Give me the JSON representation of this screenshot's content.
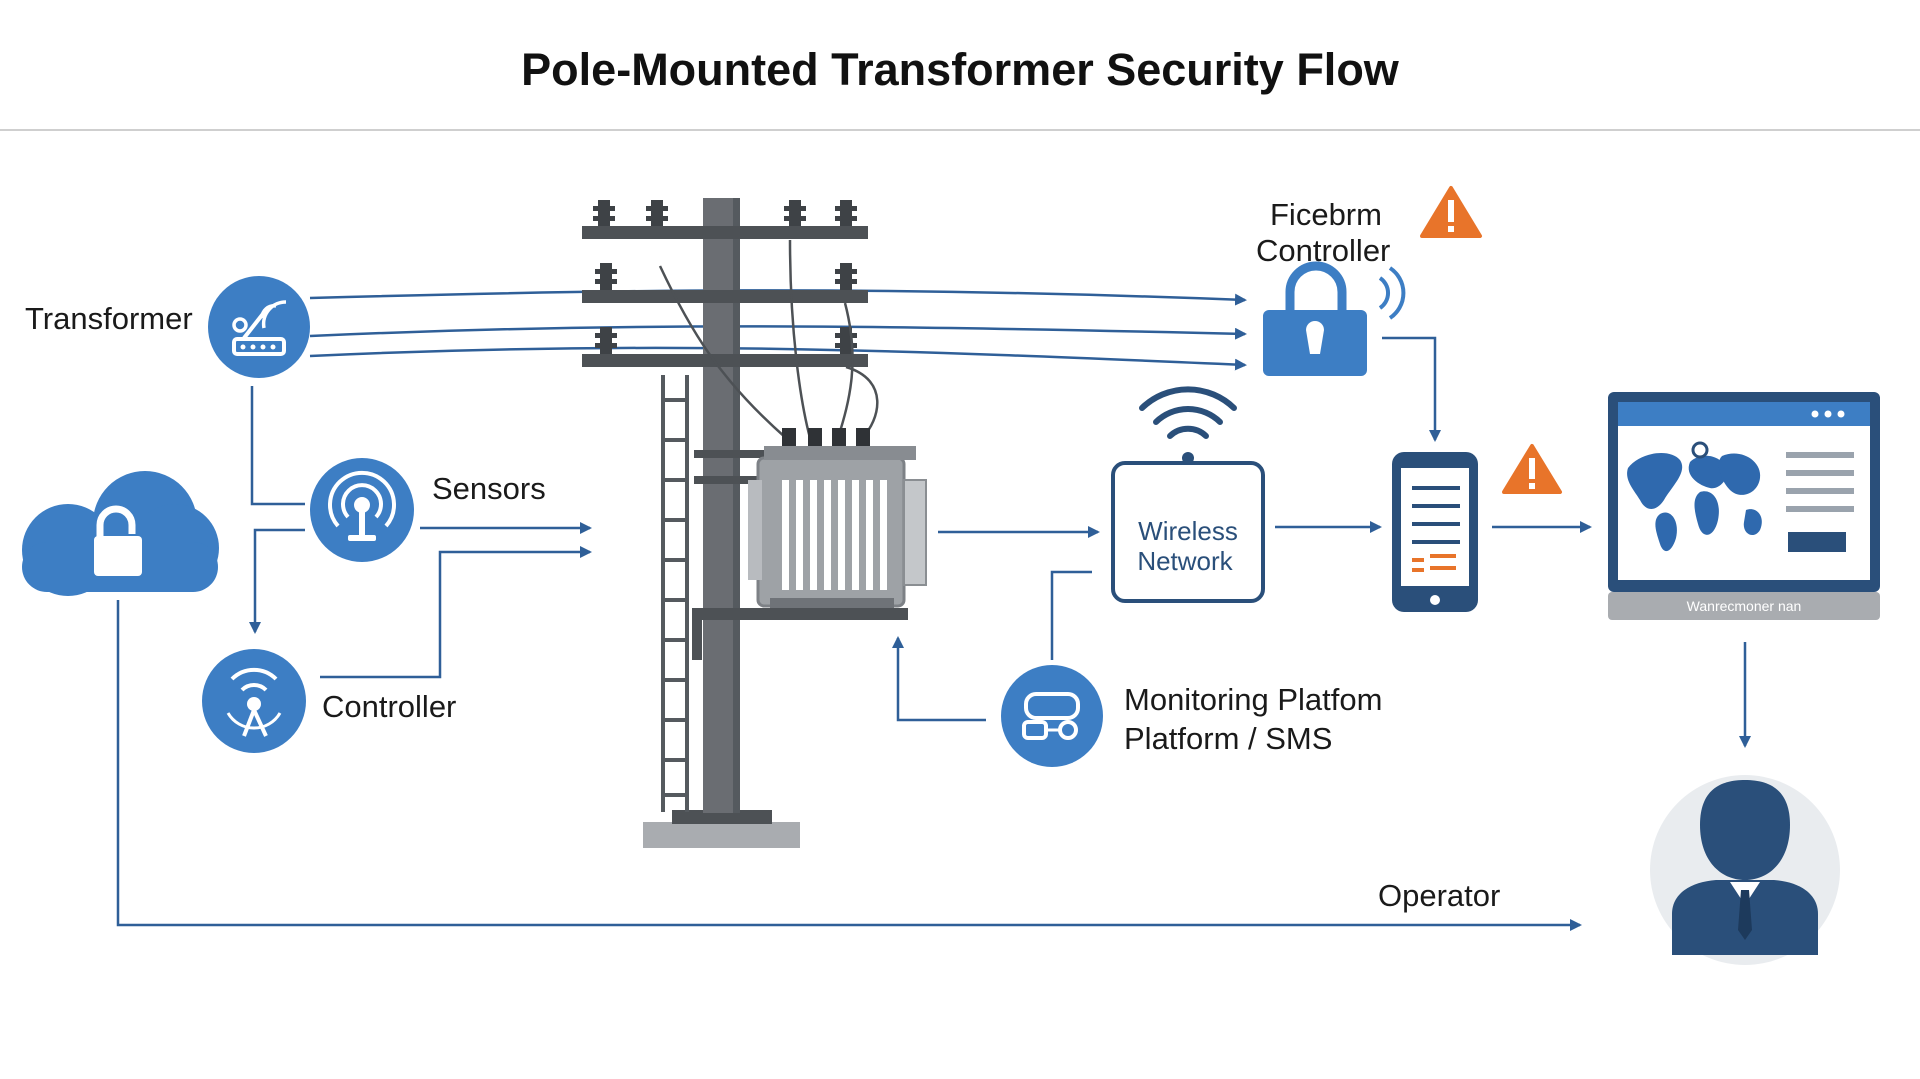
{
  "title": "Pole-Mounted Transformer Security Flow",
  "labels": {
    "transformer": "Transformer",
    "sensors": "Sensors",
    "controller": "Controller",
    "firebrm_line1": "Ficebrm",
    "firebrm_line2": "Controller",
    "wireless_line1": "Wireless",
    "wireless_line2": "Network",
    "monitoring_line1": "Monitoring Platfom",
    "monitoring_line2": "Platform / SMS",
    "dashboard_caption": "Wanrecmoner nan",
    "operator": "Operator"
  },
  "colors": {
    "primary_blue": "#3d7ec4",
    "navy": "#2a4f7a",
    "line_blue": "#2f5f98",
    "alert_orange": "#e8742a",
    "pole_gray": "#6a6d72"
  },
  "icons": [
    "router-icon",
    "sensor-icon",
    "controller-icon",
    "cloud-lock-icon",
    "padlock-icon",
    "wifi-icon",
    "phone-icon",
    "warning-icon",
    "monitor-map-icon",
    "operator-avatar-icon"
  ]
}
